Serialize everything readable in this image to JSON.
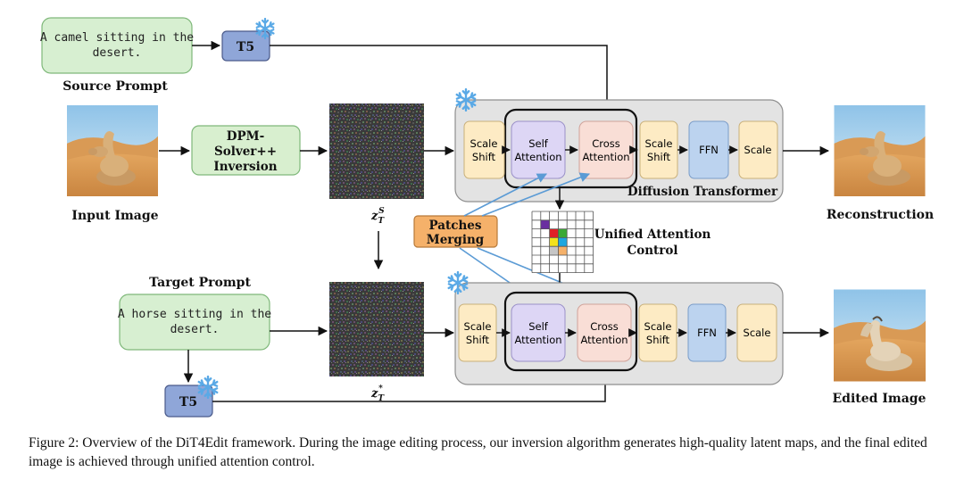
{
  "source_prompt": {
    "text_lines": [
      "A camel sitting in the",
      "desert."
    ],
    "label": "Source Prompt"
  },
  "target_prompt": {
    "text_lines": [
      "A horse sitting in the",
      "desert."
    ],
    "label": "Target Prompt"
  },
  "t5_top": "T5",
  "t5_bottom": "T5",
  "inversion_lines": [
    "DPM-",
    "Solver++",
    "Inversion"
  ],
  "input_image_label": "Input Image",
  "reconstruction_label": "Reconstruction",
  "edited_image_label": "Edited Image",
  "latent_source_label": {
    "base": "z",
    "sub": "T",
    "sup": "S"
  },
  "latent_target_label": {
    "base": "z",
    "sub": "T",
    "sup": "*"
  },
  "patches_merging_lines": [
    "Patches",
    "Merging"
  ],
  "unified_attention_lines": [
    "Unified Attention",
    "Control"
  ],
  "diffusion_transformer_label": "Diffusion Transformer",
  "top_dit_blocks": [
    {
      "lines": [
        "Scale",
        "Shift"
      ]
    },
    {
      "lines": [
        "Self",
        "Attention"
      ]
    },
    {
      "lines": [
        "Cross",
        "Attention"
      ]
    },
    {
      "lines": [
        "Scale",
        "Shift"
      ]
    },
    {
      "lines": [
        "FFN"
      ]
    },
    {
      "lines": [
        "Scale"
      ]
    }
  ],
  "bottom_dit_blocks": [
    {
      "lines": [
        "Scale",
        "Shift"
      ]
    },
    {
      "lines": [
        "Self",
        "Attention"
      ]
    },
    {
      "lines": [
        "Cross",
        "Attention"
      ]
    },
    {
      "lines": [
        "Scale",
        "Shift"
      ]
    },
    {
      "lines": [
        "FFN"
      ]
    },
    {
      "lines": [
        "Scale"
      ]
    }
  ],
  "colors": {
    "prompt_fill": "#d7efd1",
    "prompt_stroke": "#7fb87a",
    "t5_fill": "#8fa6d8",
    "t5_stroke": "#4a5a8a",
    "inversion_fill": "#d8efcf",
    "scale_fill": "#fdebc4",
    "self_attn_fill": "#ddd6f5",
    "cross_attn_fill": "#f9ded6",
    "ffn_fill": "#bcd3ef",
    "dit_panel": "#e3e3e3",
    "patches_fill": "#f5b16a",
    "arrow_blue": "#5b9bd5",
    "snow": "#5aa9e6"
  },
  "attention_grid": {
    "size": 7,
    "colored_cells": [
      {
        "row": 1,
        "col": 1,
        "color": "#6a2fa0"
      },
      {
        "row": 2,
        "col": 2,
        "color": "#e01f26"
      },
      {
        "row": 2,
        "col": 3,
        "color": "#3aa935"
      },
      {
        "row": 3,
        "col": 2,
        "color": "#f3e21b"
      },
      {
        "row": 3,
        "col": 3,
        "color": "#1ea7e0"
      },
      {
        "row": 4,
        "col": 2,
        "color": "#c6c6c6"
      },
      {
        "row": 4,
        "col": 3,
        "color": "#f5b16a"
      }
    ]
  },
  "caption": "Figure 2: Overview of the DiT4Edit framework. During the image editing process, our inversion algorithm generates high-quality latent maps, and the final edited image is achieved through unified attention control."
}
